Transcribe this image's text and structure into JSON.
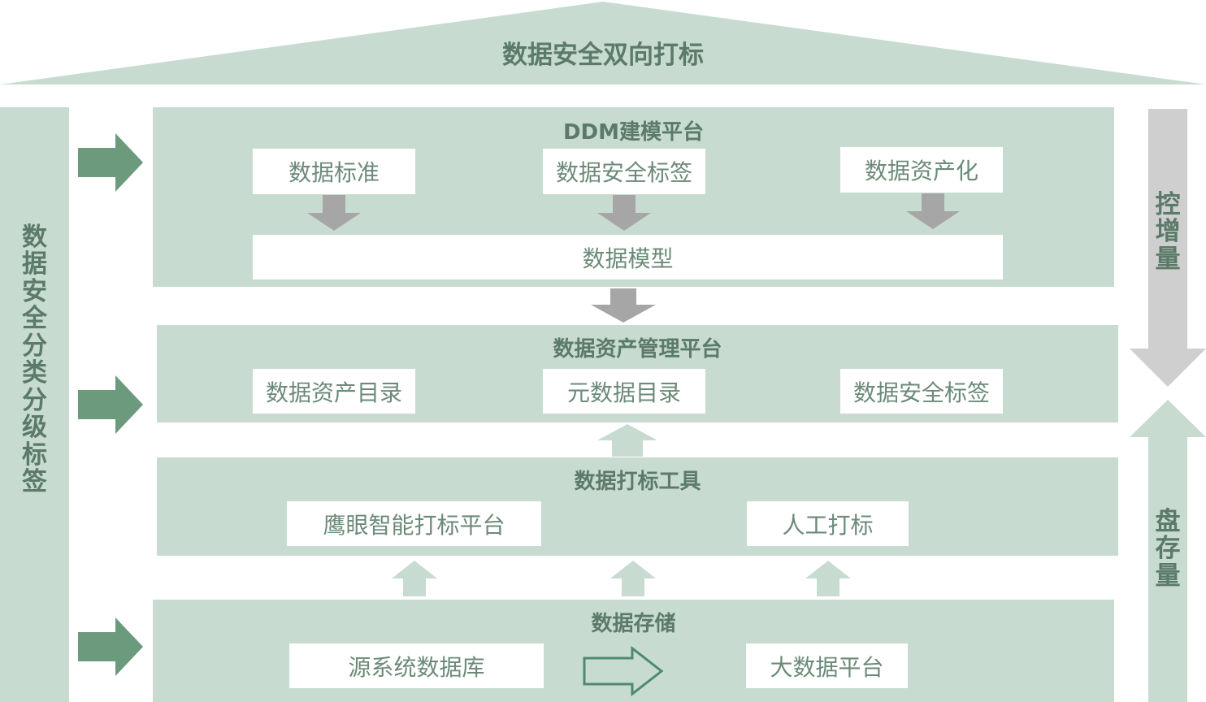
{
  "roof": {
    "title": "数据安全双向打标"
  },
  "left_pillar": {
    "label": [
      "数",
      "据",
      "安",
      "全",
      "分",
      "类",
      "分",
      "级",
      "标",
      "签"
    ]
  },
  "right_pillar": {
    "top_label": [
      "控",
      "增",
      "量"
    ],
    "bottom_label": [
      "盘",
      "存",
      "量"
    ]
  },
  "ddm": {
    "title": "DDM建模平台",
    "items": [
      "数据标准",
      "数据安全标签",
      "数据资产化"
    ],
    "model": "数据模型"
  },
  "asset": {
    "title": "数据资产管理平台",
    "items": [
      "数据资产目录",
      "元数据目录",
      "数据安全标签"
    ]
  },
  "tagging": {
    "title": "数据打标工具",
    "items": [
      "鹰眼智能打标平台",
      "人工打标"
    ]
  },
  "storage": {
    "title": "数据存储",
    "items": [
      "源系统数据库",
      "大数据平台"
    ]
  },
  "colors": {
    "panel": "#c8dbd1",
    "arrow_green": "#6c9a7d",
    "arrow_gray": "#a6a6a6",
    "arrow_lightgray": "#cfcfcf"
  }
}
